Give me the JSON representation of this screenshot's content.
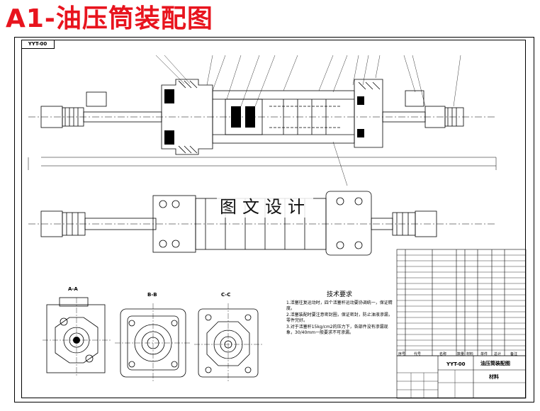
{
  "title": "A1-油压筒装配图",
  "drawing_code": "YYT-00",
  "watermark": "图文设计",
  "section_labels": [
    "A-A",
    "B-B",
    "C-C"
  ],
  "tech_requirements": {
    "heading": "技术要求",
    "items": [
      "1.活塞往复运动时，四个活塞杆运动要协调统一，保证精度。",
      "2.活塞装配时要注意密封圈，保证密封，防止油液渗漏，零件完好。",
      "3.对于活塞杆15kg/cm2的压力下，各部件没有渗漏现象，30/40mm一般要求不可渗漏。"
    ]
  },
  "title_block": {
    "drawing_no": "YYT-00",
    "name": "油压筒装配图",
    "material_label": "材料",
    "header_labels": [
      "序号",
      "代号",
      "名称",
      "数量",
      "材料",
      "单件",
      "总计",
      "备注"
    ]
  },
  "colors": {
    "title": "#e8141e",
    "line": "#000000"
  }
}
